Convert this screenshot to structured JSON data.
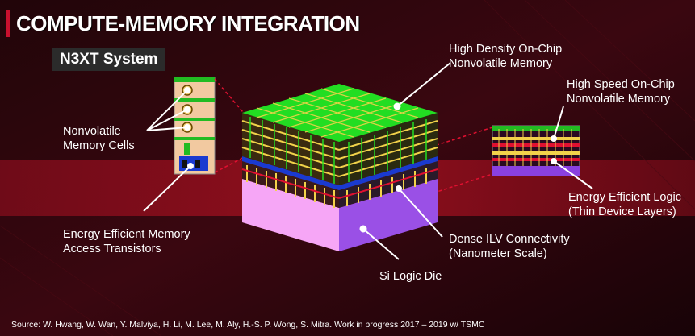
{
  "header": {
    "title": "COMPUTE-MEMORY INTEGRATION",
    "subtitle": "N3XT System"
  },
  "labels": {
    "high_density": [
      "High Density On-Chip",
      "Nonvolatile Memory"
    ],
    "high_speed": [
      "High Speed On-Chip",
      "Nonvolatile Memory"
    ],
    "nonvolatile_cells": [
      "Nonvolatile",
      "Memory Cells"
    ],
    "energy_logic": [
      "Energy Efficient Logic",
      "(Thin Device Layers)"
    ],
    "access_transistors": [
      "Energy Efficient Memory",
      "Access Transistors"
    ],
    "ilv": [
      "Dense ILV Connectivity",
      "(Nanometer Scale)"
    ],
    "si_logic": "Si Logic Die"
  },
  "footer": {
    "source": "Source: W. Hwang, W. Wan, Y. Malviya, H. Li, M. Lee, M. Aly, H.-S. P. Wong, S. Mitra. Work in progress 2017 – 2019 w/ TSMC"
  },
  "colors": {
    "accent": "#c8102e",
    "memory_top": "#22dd22",
    "memory_grid": "#f2d24a",
    "logic_die_front": "#f6a6f6",
    "logic_die_side": "#9a50e6",
    "connector": "#ffffff"
  }
}
